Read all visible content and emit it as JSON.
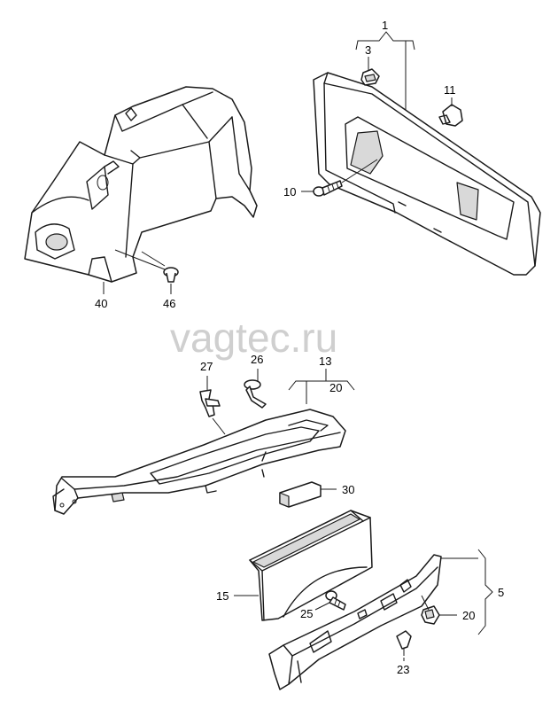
{
  "watermark": "vagtec.ru",
  "callouts": {
    "c1": "1",
    "c3": "3",
    "c11": "11",
    "c10": "10",
    "c40": "40",
    "c46": "46",
    "c27": "27",
    "c26": "26",
    "c13": "13",
    "c20a": "20",
    "c30": "30",
    "c15": "15",
    "c25": "25",
    "c5": "5",
    "c20b": "20",
    "c23": "23"
  }
}
